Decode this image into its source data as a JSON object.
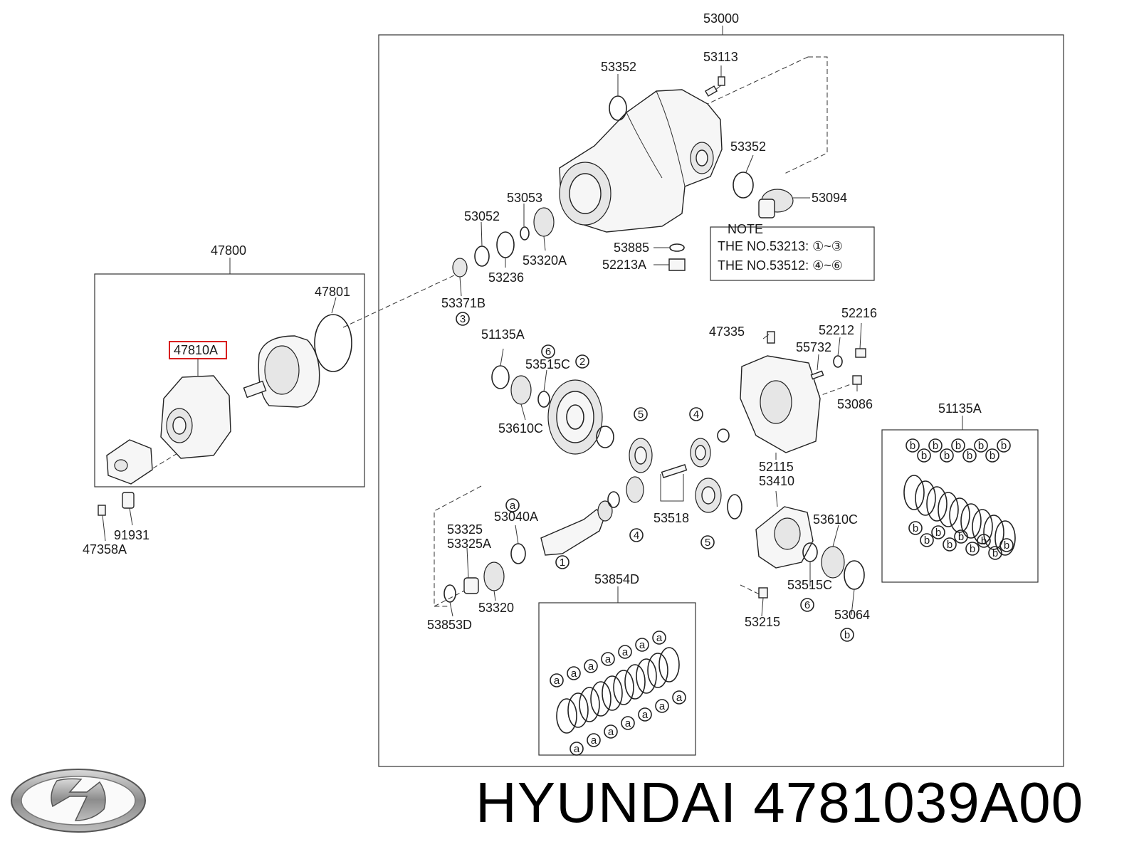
{
  "brand": {
    "name": "HYUNDAI",
    "part_number": "4781039A00"
  },
  "group_labels": {
    "main": "53000",
    "transfer": "47800",
    "kit_b": "51135A",
    "kit_a": "53854D"
  },
  "note": {
    "title": "NOTE",
    "line1_prefix": "THE NO.",
    "line1_part": "53213",
    "line1_range": ": ①~③",
    "line2_prefix": "THE NO.",
    "line2_part": "53512",
    "line2_range": ": ④~⑥"
  },
  "parts": {
    "p53113": "53113",
    "p53352a": "53352",
    "p53352b": "53352",
    "p53094": "53094",
    "p53053": "53053",
    "p53052": "53052",
    "p53320A": "53320A",
    "p53236": "53236",
    "p53885": "53885",
    "p52213A": "52213A",
    "p53371B": "53371B",
    "p47801": "47801",
    "p47810A": "47810A",
    "p91931": "91931",
    "p47358A": "47358A",
    "p51135A": "51135A",
    "p53515Ca": "53515C",
    "p53610Ca": "53610C",
    "p47335": "47335",
    "p52216": "52216",
    "p52212": "52212",
    "p55732": "55732",
    "p53086": "53086",
    "p52115": "52115",
    "p53410": "53410",
    "p53518": "53518",
    "p53610Cb": "53610C",
    "p53515Cb": "53515C",
    "p53064": "53064",
    "p53215": "53215",
    "p53325": "53325",
    "p53325A": "53325A",
    "p53040A": "53040A",
    "p53320": "53320",
    "p53853D": "53853D"
  },
  "markers": {
    "m1": "1",
    "m2": "2",
    "m3": "3",
    "m4a": "4",
    "m4b": "4",
    "m5a": "5",
    "m5b": "5",
    "m6a": "6",
    "m6b": "6",
    "a": "a",
    "b": "b"
  }
}
